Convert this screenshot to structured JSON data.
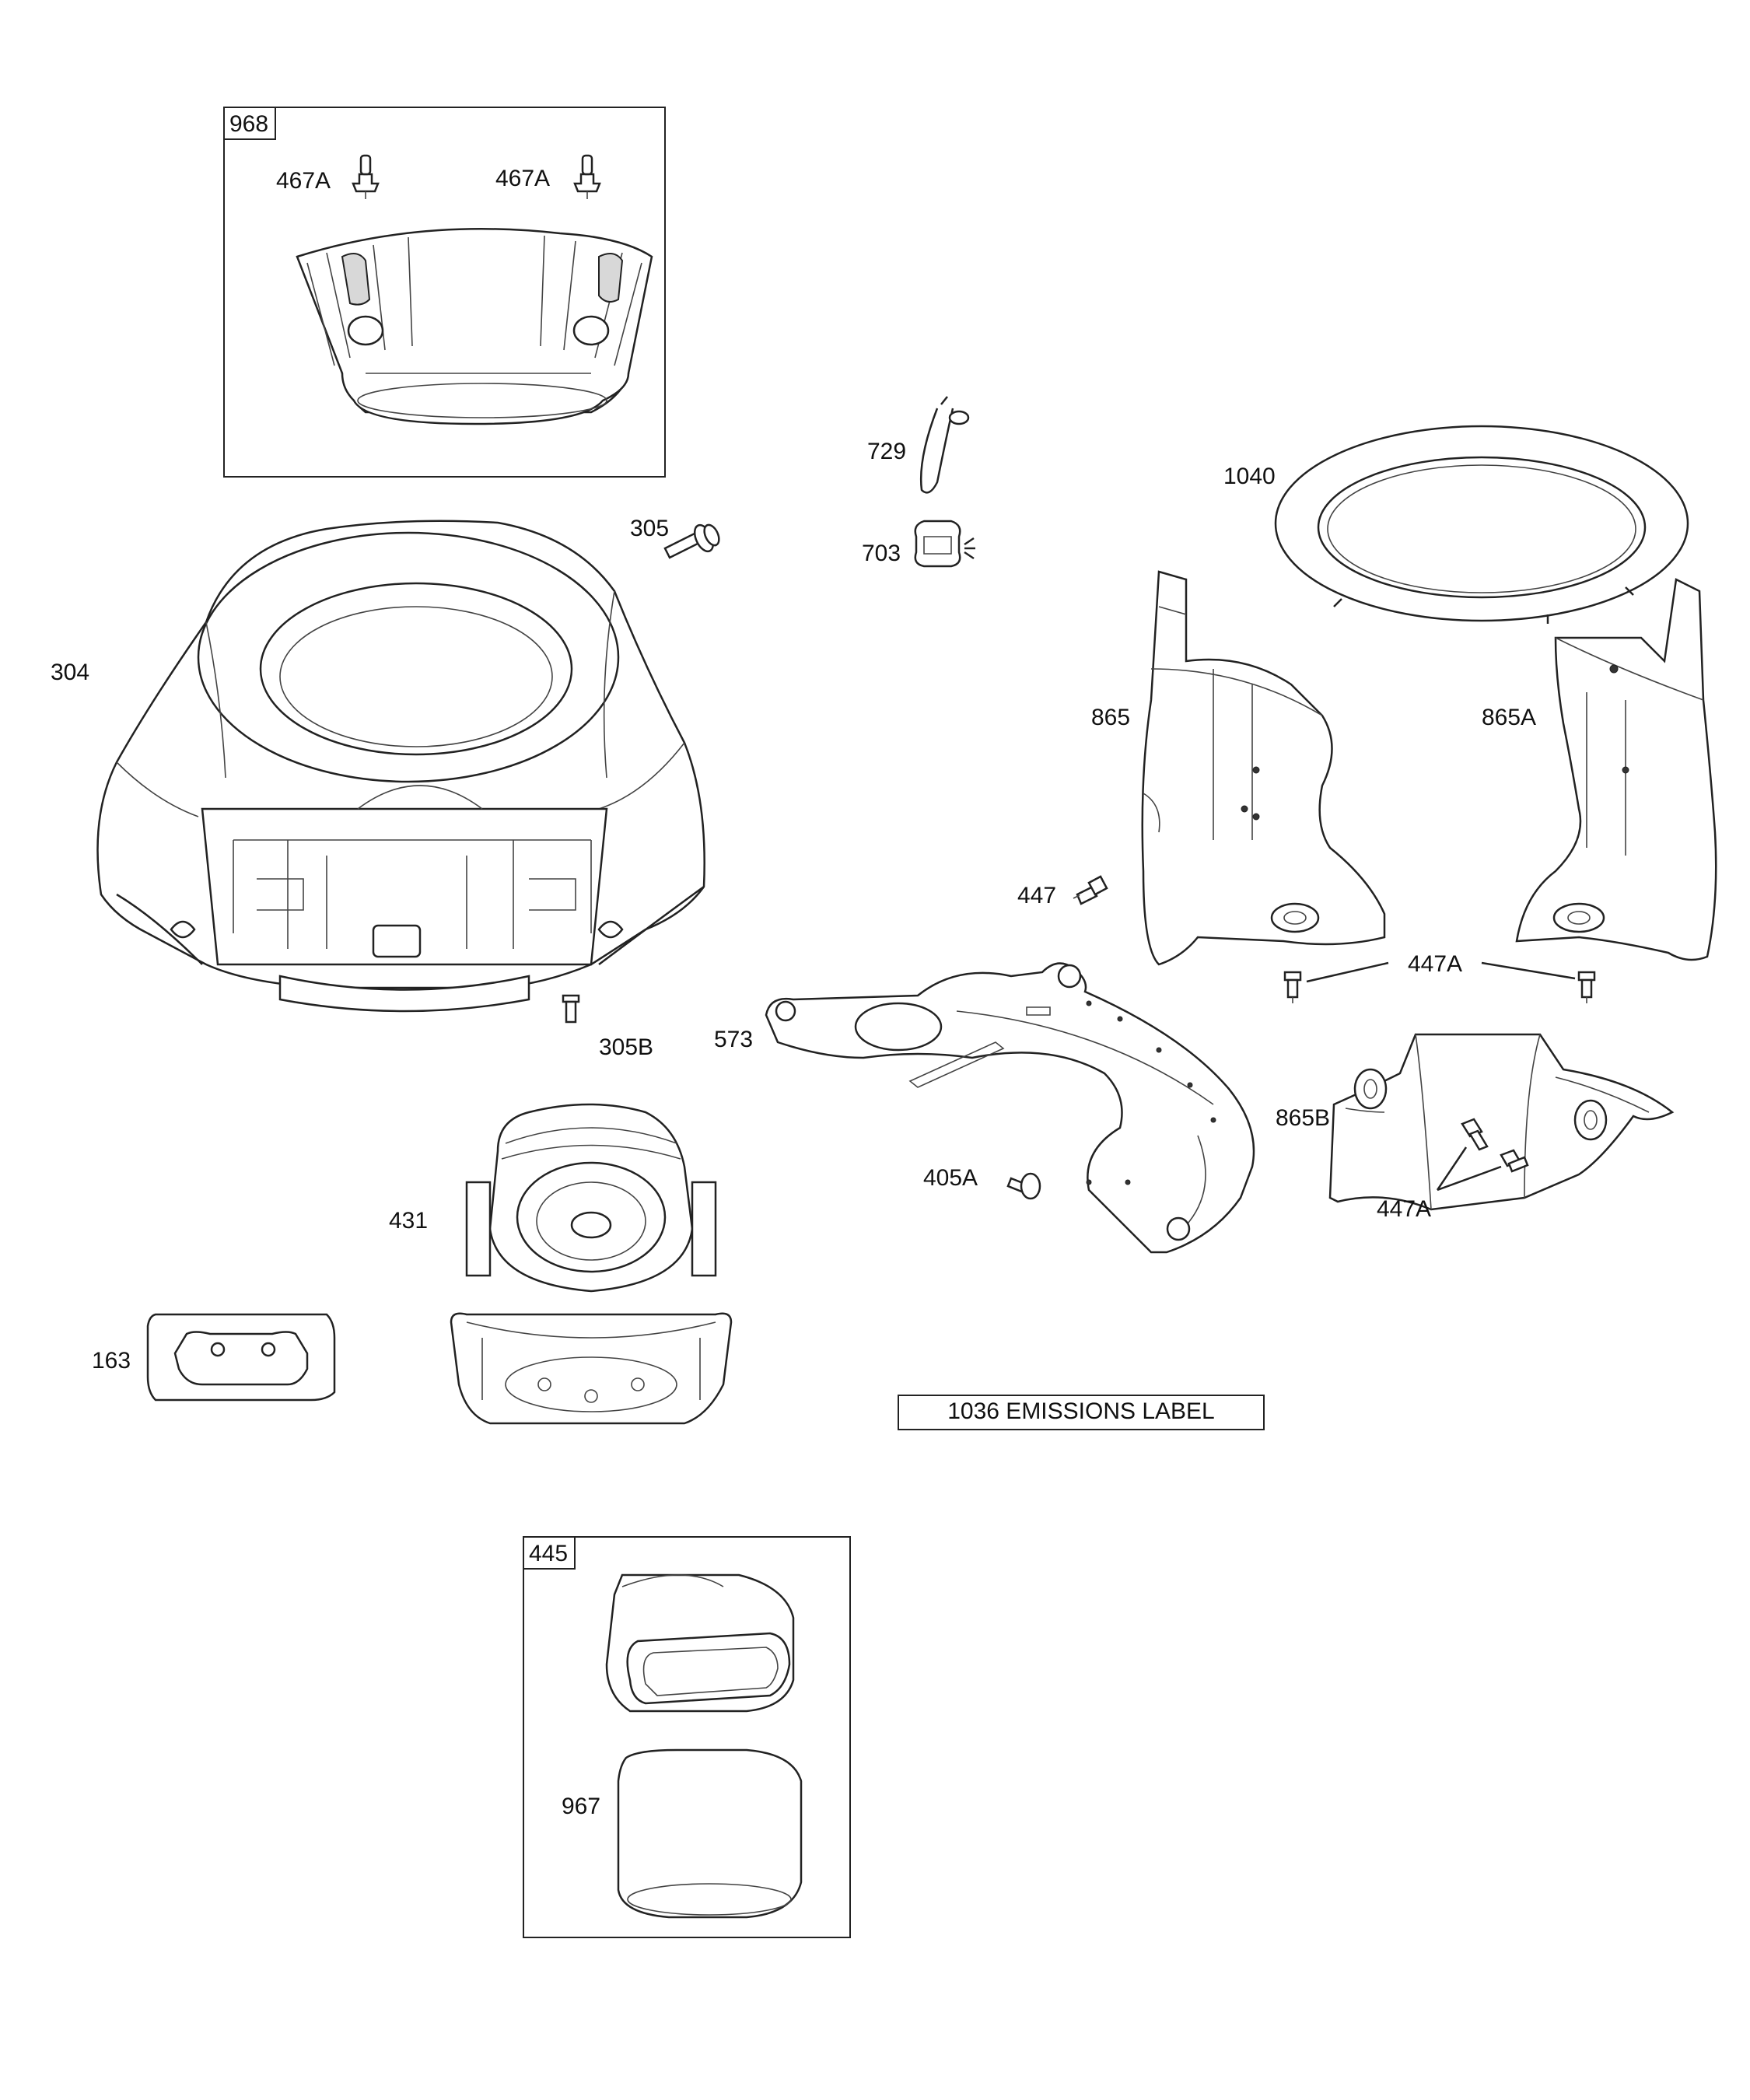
{
  "labels": {
    "l968": "968",
    "l467a_left": "467A",
    "l467a_right": "467A",
    "l729": "729",
    "l703": "703",
    "l1040": "1040",
    "l305": "305",
    "l304": "304",
    "l865": "865",
    "l865a": "865A",
    "l447": "447",
    "l447a_top": "447A",
    "l573": "573",
    "l305b": "305B",
    "l865b": "865B",
    "l405a": "405A",
    "l447a_bottom": "447A",
    "l431": "431",
    "l163": "163",
    "emissions": "1036 EMISSIONS LABEL",
    "l445": "445",
    "l967": "967"
  }
}
